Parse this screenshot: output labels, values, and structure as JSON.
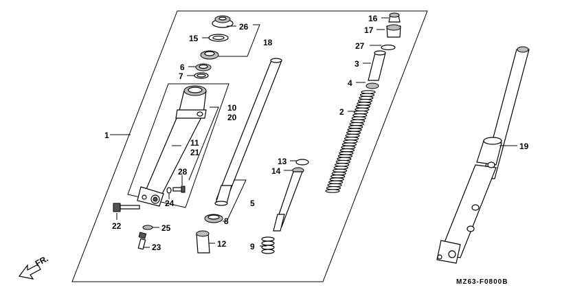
{
  "diagram_code": "MZ63-F0800B",
  "direction_label": "FR.",
  "labels": {
    "p1": "1",
    "p2": "2",
    "p3": "3",
    "p4": "4",
    "p5": "5",
    "p6": "6",
    "p7": "7",
    "p8": "8",
    "p9": "9",
    "p10": "10",
    "p11": "11",
    "p12": "12",
    "p13": "13",
    "p14": "14",
    "p15": "15",
    "p16": "16",
    "p17": "17",
    "p18": "18",
    "p19": "19",
    "p20": "20",
    "p21": "21",
    "p22": "22",
    "p23": "23",
    "p24": "24",
    "p25": "25",
    "p26": "26",
    "p27": "27",
    "p28": "28"
  }
}
